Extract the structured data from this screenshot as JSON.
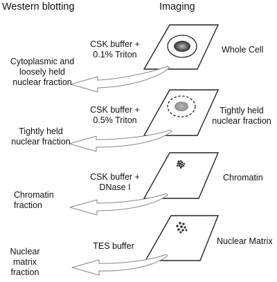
{
  "headers": {
    "left": "Western blotting",
    "right": "Imaging"
  },
  "steps": [
    {
      "treatment": [
        "CSK buffer +",
        "0.1% Triton"
      ],
      "slide_label": [
        "Whole Cell"
      ],
      "fraction": [
        "Cytoplasmic and",
        "loosely held",
        "nuclear fraction"
      ],
      "cell_content": "whole-cell"
    },
    {
      "treatment": [
        "CSK buffer +",
        "0.5% Triton"
      ],
      "slide_label": [
        "Tightly held",
        "nuclear fraction"
      ],
      "fraction": [
        "Tightly held",
        "nuclear fraction"
      ],
      "cell_content": "nucleus-dashed-membrane"
    },
    {
      "treatment": [
        "CSK buffer +",
        "DNase I"
      ],
      "slide_label": [
        "Chromatin"
      ],
      "fraction": [
        "Chromatin",
        "fraction"
      ],
      "cell_content": "chromatin-granules"
    },
    {
      "treatment": [
        "TES buffer"
      ],
      "slide_label": [
        "Nuclear Matrix"
      ],
      "fraction": [
        "Nuclear",
        "matrix",
        "fraction"
      ],
      "cell_content": "matrix-dots"
    }
  ],
  "colors": {
    "line": "#222222",
    "arrow_fill": "#ffffff",
    "arrow_stroke": "#888888"
  }
}
